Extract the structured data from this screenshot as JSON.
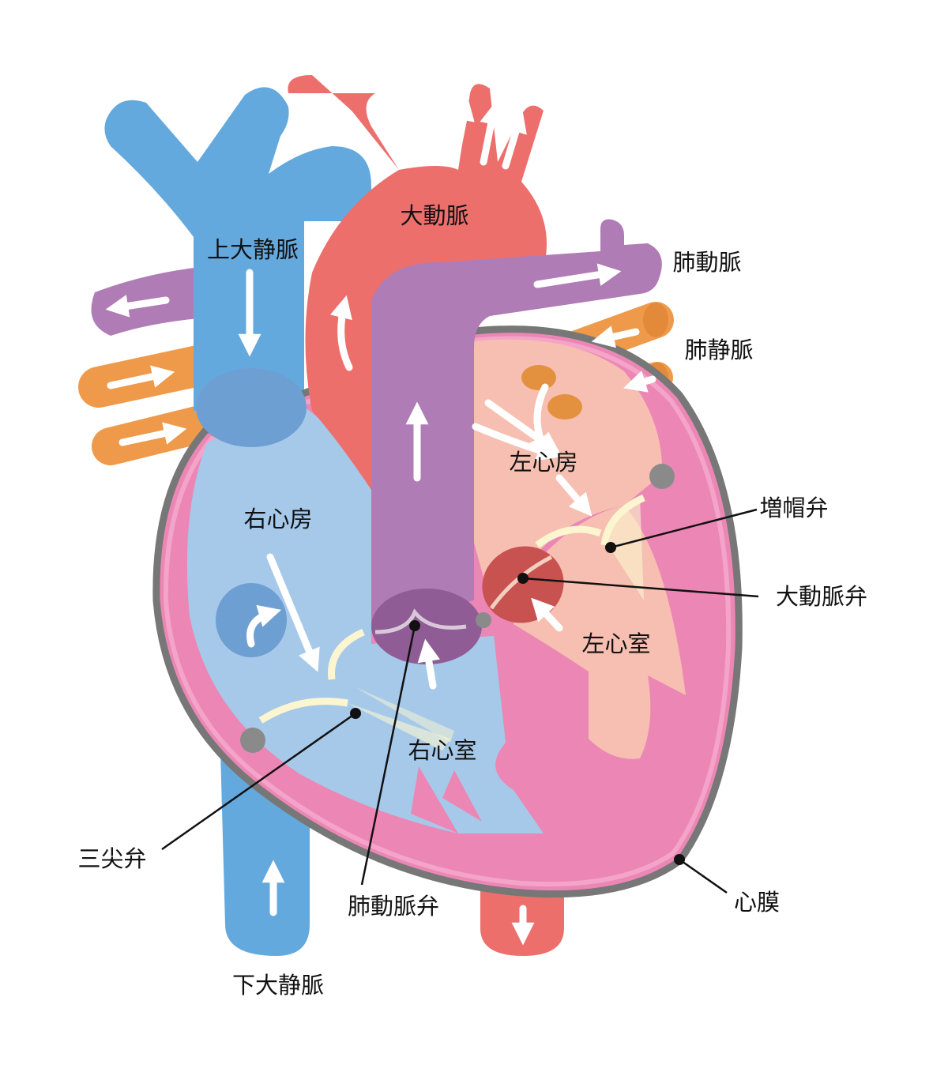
{
  "labels": {
    "superior_vena_cava": "上大静脈",
    "aorta": "大動脈",
    "pulmonary_artery": "肺動脈",
    "pulmonary_vein": "肺静脈",
    "right_atrium": "右心房",
    "left_atrium": "左心房",
    "mitral_valve": "増帽弁",
    "aortic_valve": "大動脈弁",
    "left_ventricle": "左心室",
    "right_ventricle": "右心室",
    "tricuspid_valve": "三尖弁",
    "pulmonary_valve": "肺動脈弁",
    "pericardium": "心膜",
    "inferior_vena_cava": "下大静脈"
  },
  "colors": {
    "vein_blue": "#64a9de",
    "vein_blue_dark": "#4f8fce",
    "right_heart_blue": "#a6c9ea",
    "artery_red": "#ec6f6c",
    "pulmonary_purple": "#b07cb6",
    "pulmonary_vein_orange": "#ef9a4a",
    "myocardium_pink": "#ec87b5",
    "left_heart_peach": "#f6bfb1",
    "valve_cream": "#fbf6cf",
    "pericardium_gray": "#777777"
  }
}
